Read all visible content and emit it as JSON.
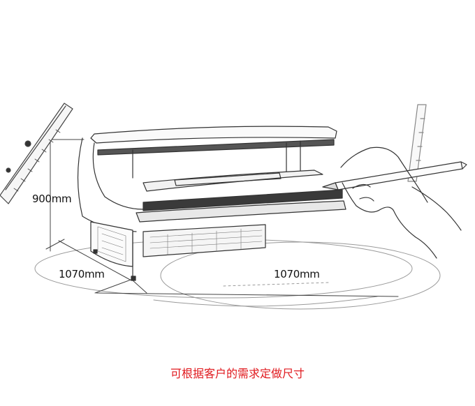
{
  "dimensions": {
    "height_label": "900mm",
    "depth_label": "1070mm",
    "width_label": "1070mm"
  },
  "caption": "可根据客户的需求定做尺寸",
  "colors": {
    "line": "#333333",
    "caption": "#e0191e"
  }
}
